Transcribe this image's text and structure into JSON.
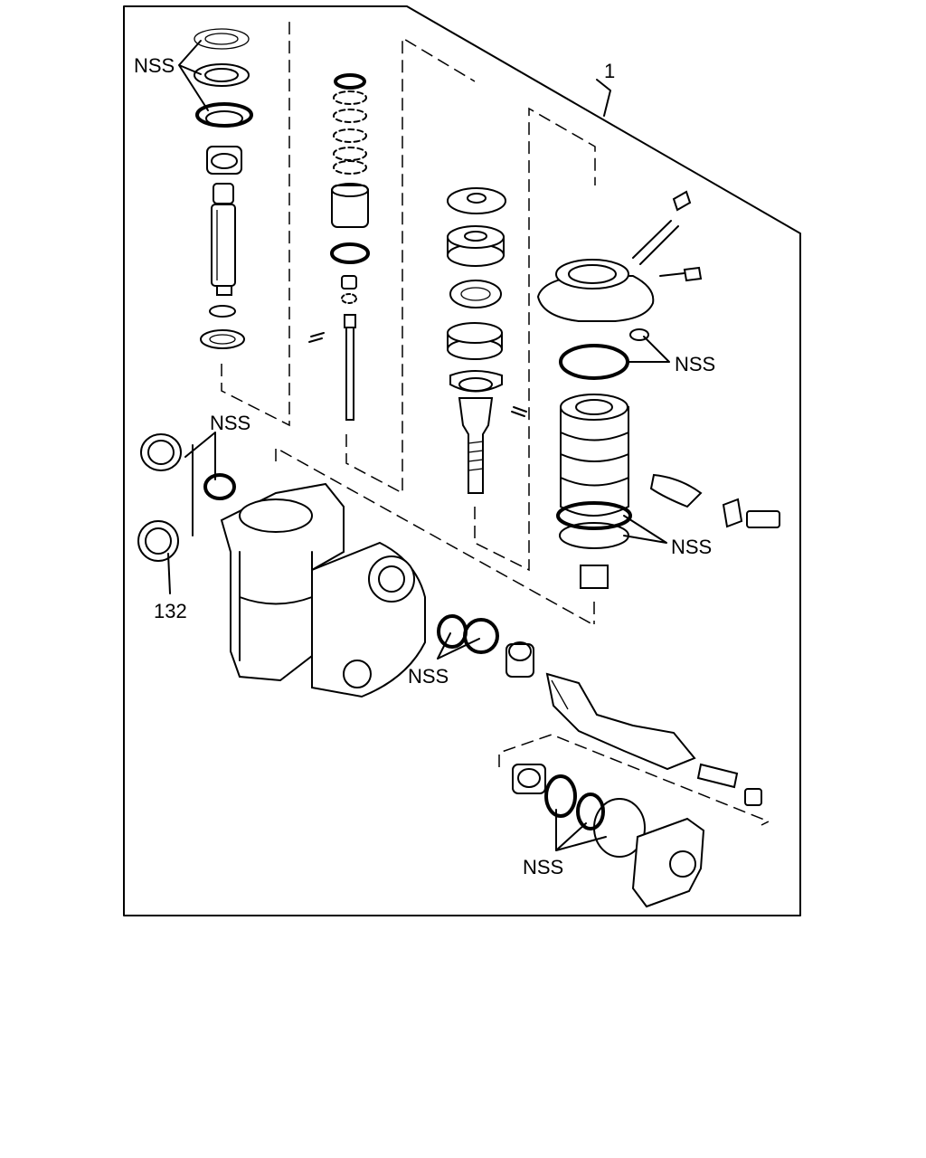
{
  "diagram": {
    "labels": {
      "assembly": "1",
      "nss_top_left": "NSS",
      "nss_upper_right": "NSS",
      "nss_mid_left": "NSS",
      "nss_mid_right": "NSS",
      "nss_center": "NSS",
      "nss_bottom": "NSS",
      "part_132": "132"
    }
  }
}
